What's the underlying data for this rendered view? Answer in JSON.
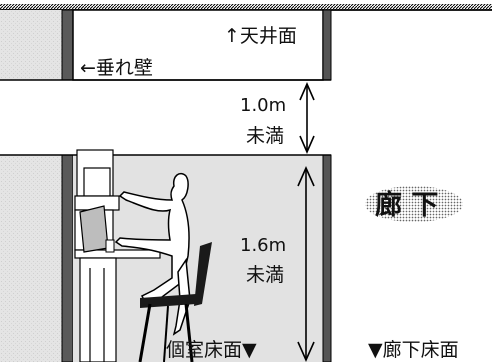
{
  "labels": {
    "ceiling": "↑天井面",
    "hanging_wall": "←垂れ壁",
    "gap_value": "1.0m",
    "gap_qualifier": "未満",
    "room_height_value": "1.6m",
    "room_height_qualifier": "未満",
    "room_floor": "個室床面▼",
    "corridor_title": "廊 下",
    "corridor_floor": "▼廊下床面"
  },
  "colors": {
    "outline": "#000000",
    "wall_fill": "#e2e2e2",
    "dark_post": "#555555",
    "corridor_dots": "#666666"
  }
}
